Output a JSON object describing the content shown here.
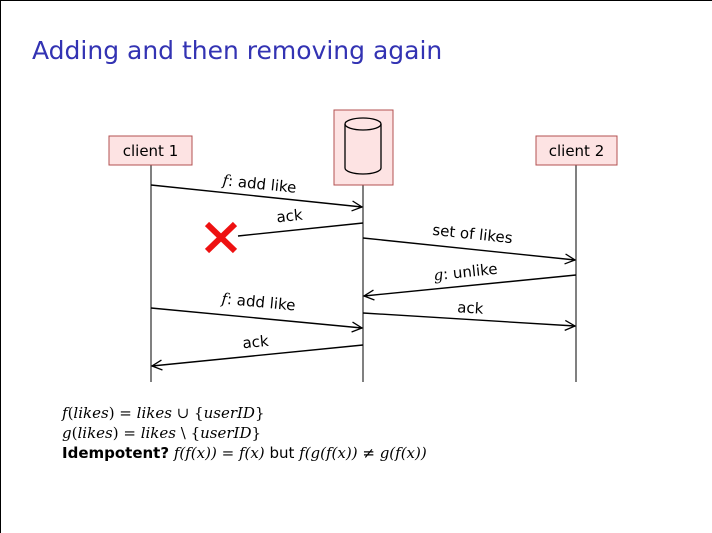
{
  "slide": {
    "title": "Adding and then removing again"
  },
  "participants": {
    "client1": "client 1",
    "client2": "client 2",
    "database_icon": "database-cylinder-icon"
  },
  "messages": [
    {
      "id": "m1",
      "func": "f",
      "text": "add like",
      "from": "client 1",
      "to": "database"
    },
    {
      "id": "m2",
      "text": "ack",
      "from": "database",
      "to": "client 1",
      "lost": true
    },
    {
      "id": "m3",
      "text": "set of likes",
      "from": "database",
      "to": "client 2"
    },
    {
      "id": "m4",
      "func": "g",
      "text": "unlike",
      "from": "client 2",
      "to": "database"
    },
    {
      "id": "m5",
      "func": "f",
      "text": "add like",
      "from": "client 1",
      "to": "database"
    },
    {
      "id": "m6",
      "text": "ack",
      "from": "database",
      "to": "client 2"
    },
    {
      "id": "m7",
      "text": "ack",
      "from": "database",
      "to": "client 1"
    }
  ],
  "lost_marker": {
    "icon": "x-cross-icon",
    "color": "#ee1111"
  },
  "colors": {
    "title": "#3333b3",
    "participant_fill": "#fde3e3",
    "participant_border": "#b35050"
  },
  "formulas": {
    "f_def": {
      "lhs_f": "f",
      "lhs_arg": "likes",
      "rhs_var": "likes",
      "op": "∪",
      "set_elem": "userID"
    },
    "g_def": {
      "lhs_f": "g",
      "lhs_arg": "likes",
      "rhs_var": "likes",
      "op": "\\",
      "set_elem": "userID"
    },
    "idem": {
      "label": "Idempotent?",
      "eq1_lhs": "f(f(x))",
      "eq1_rhs": "f(x)",
      "but": "but",
      "eq2_lhs": "f(g(f(x))",
      "eq2_rhs": "g(f(x))"
    }
  }
}
